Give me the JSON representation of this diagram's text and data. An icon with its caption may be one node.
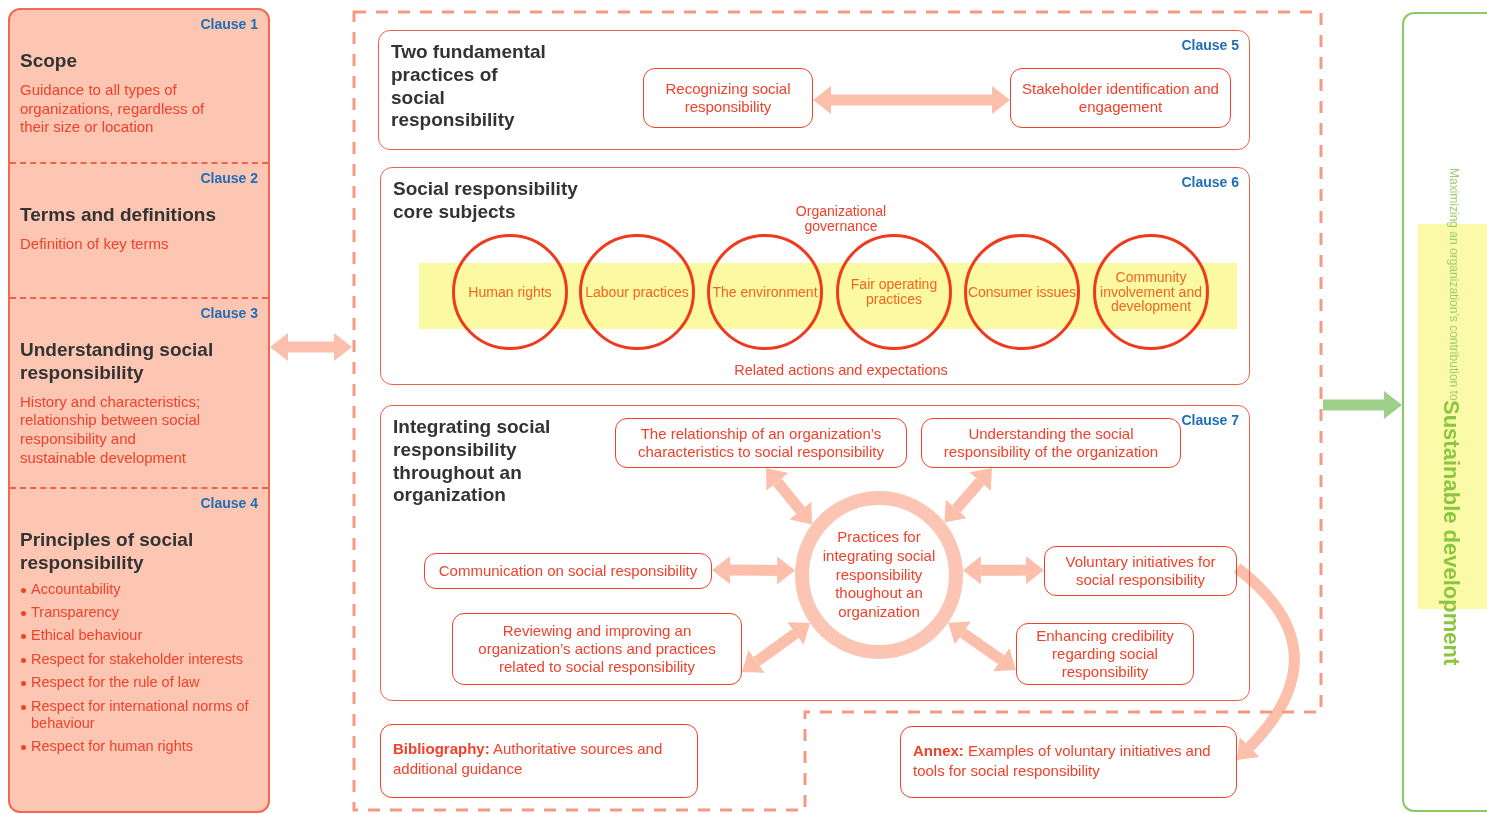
{
  "diagram": {
    "nodes": [
      {
        "text": [],
        "shape": "box"
      },
      {
        "text": [
          "Clause 1",
          "Scope",
          "Guidance to all types of organizations, regardless of their size or location"
        ],
        "in": 0
      },
      {
        "text": [
          "Clause 2",
          "Terms and definitions",
          "Definition of key terms"
        ],
        "in": 0
      },
      {
        "text": [
          "Clause 3",
          "Understanding social responsibility",
          "History and characteristics; relationship between social responsibility and sustainable development"
        ],
        "in": 0
      },
      {
        "text": [
          "Clause 4",
          "Principles of social responsibility",
          "Accountability",
          "Transparency",
          "Ethical behaviour",
          "Respect for stakeholder interests",
          "Respect for the rule of law",
          "Respect for international norms of behaviour",
          "Respect for human rights"
        ],
        "in": 0
      },
      {
        "text": [],
        "shape": "box"
      },
      {
        "text": [
          "Clause 5",
          "Two fundamental practices of social responsibility"
        ],
        "in": 5
      },
      {
        "text": [
          "Recognizing social responsibility"
        ],
        "in": 6
      },
      {
        "text": [
          "Stakeholder identification and engagement"
        ],
        "in": 6
      },
      {
        "text": [
          "Clause 6",
          "Social responsibility core subjects",
          "Organizational governance",
          "Related actions and expectations"
        ],
        "in": 5
      },
      {
        "text": [
          "Human rights"
        ],
        "in": 9
      },
      {
        "text": [
          "Labour practices"
        ],
        "in": 9
      },
      {
        "text": [
          "The environment"
        ],
        "in": 9
      },
      {
        "text": [
          "Fair operating practices"
        ],
        "in": 9
      },
      {
        "text": [
          "Consumer issues"
        ],
        "in": 9
      },
      {
        "text": [
          "Community involvement and development"
        ],
        "in": 9
      },
      {
        "text": [
          "Clause 7",
          "Integrating social responsibility throughout an organization"
        ],
        "in": 5
      },
      {
        "text": [
          "The relationship of an organization’s characteristics to social responsibility"
        ],
        "in": 16
      },
      {
        "text": [
          "Understanding the social responsibility of the organization"
        ],
        "in": 16
      },
      {
        "text": [
          "Practices for integrating social responsibility thoughout an organization"
        ],
        "in": 16
      },
      {
        "text": [
          "Communication on social responsibility"
        ],
        "in": 16
      },
      {
        "text": [
          "Voluntary initiatives for social responsibility"
        ],
        "in": 16
      },
      {
        "text": [
          "Reviewing and improving an organization’s actions and practices related to social responsibility"
        ],
        "in": 16
      },
      {
        "text": [
          "Enhancing credibility regarding social responsibility"
        ],
        "in": 16
      },
      {
        "text": [
          "**Bibliography:** Authoritative sources and additional guidance"
        ],
        "in": 5
      },
      {
        "text": [
          "**Annex:** Examples of voluntary initiatives and tools for social responsibility"
        ]
      },
      {
        "text": [
          "Maximizing an organization’s contribution to",
          "Sustainable development"
        ]
      }
    ],
    "edges": [
      {
        "from": 0,
        "to": 5,
        "arrow": "both"
      },
      {
        "from": 7,
        "to": 8,
        "arrow": "both"
      },
      {
        "from": 17,
        "to": 19,
        "arrow": "both"
      },
      {
        "from": 18,
        "to": 19,
        "arrow": "both"
      },
      {
        "from": 20,
        "to": 19,
        "arrow": "both"
      },
      {
        "from": 21,
        "to": 19,
        "arrow": "both"
      },
      {
        "from": 22,
        "to": 19,
        "arrow": "both"
      },
      {
        "from": 23,
        "to": 19,
        "arrow": "both"
      },
      {
        "from": 21,
        "to": 25,
        "arrow": "to"
      },
      {
        "from": 5,
        "to": 26,
        "arrow": "to",
        "color": "#9fd08a"
      }
    ]
  }
}
